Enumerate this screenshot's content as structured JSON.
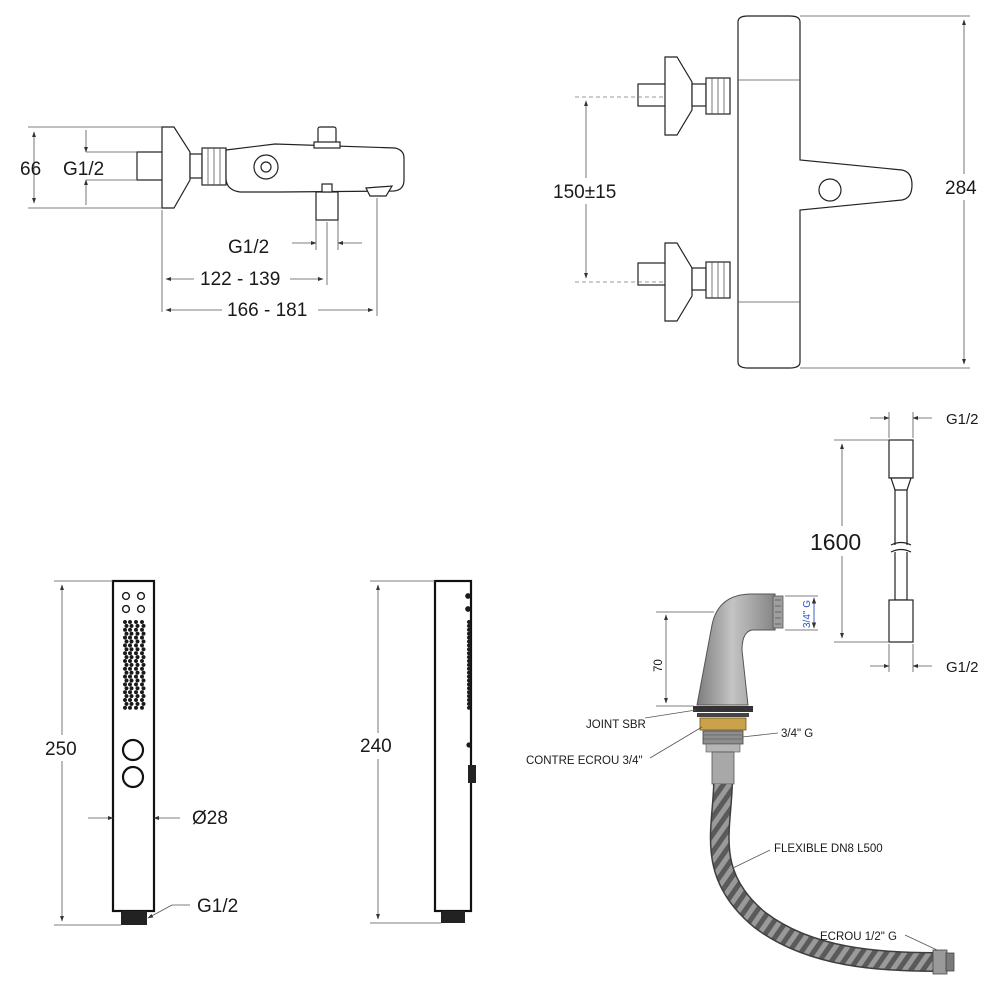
{
  "views": {
    "side": {
      "height": "66",
      "thread_left": "G1/2",
      "thread_bottom": "G1/2",
      "span_short": "122 - 139",
      "span_long": "166 - 181"
    },
    "front": {
      "centers": "150±15",
      "height": "284"
    },
    "hose": {
      "thread_top": "G1/2",
      "length": "1600",
      "thread_bottom": "G1/2"
    },
    "hand_front": {
      "length": "250",
      "diameter": "Ø28",
      "thread": "G1/2"
    },
    "hand_side": {
      "length": "240"
    },
    "spout": {
      "height": "70",
      "thread_top": "3/4\" G",
      "joint": "JOINT SBR",
      "nut": "CONTRE ECROU 3/4\"",
      "thread_side": "3/4\" G",
      "flexible": "FLEXIBLE DN8 L500",
      "end_nut": "ECROU 1/2\" G"
    }
  },
  "colors": {
    "line": "#222222",
    "dimension": "#555555",
    "brass": "#c9a24a",
    "spout_grey": "#9a9a9a"
  }
}
